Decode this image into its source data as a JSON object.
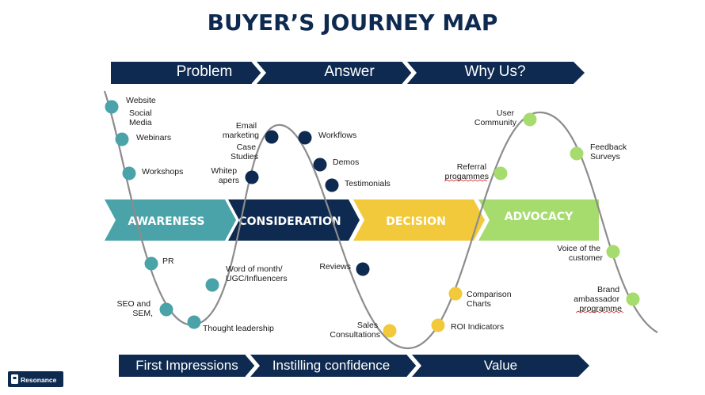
{
  "title": "BUYER’S JOURNEY MAP",
  "top_arrow": [
    "Problem",
    "Answer",
    "Why Us?"
  ],
  "bottom_arrow": [
    "First Impressions",
    "Instilling confidence",
    "Value"
  ],
  "stages": [
    "AWARENESS",
    "CONSIDERATION",
    "DECISION",
    "ADVOCACY"
  ],
  "colors": {
    "navy": "#0e2a50",
    "teal": "#4aa3a8",
    "yellow": "#f2c93b",
    "green": "#a6dc6e",
    "curve": "#8c8c8c"
  },
  "touchpoints": {
    "website": "Website",
    "social_media": [
      "Social",
      "Media"
    ],
    "webinars": "Webinars",
    "workshops": "Workshops",
    "pr": "PR",
    "seo": [
      "SEO and",
      "SEM,"
    ],
    "thought_leadership": "Thought leadership",
    "word_of_mouth": [
      "Word of month/",
      "UGC/Influencers"
    ],
    "whitepapers": [
      "Whitep",
      "apers"
    ],
    "case_studies": [
      "Case",
      "Studies"
    ],
    "email_marketing": [
      "Email",
      "marketing"
    ],
    "workflows": "Workflows",
    "demos": "Demos",
    "testimonials": "Testimonials",
    "reviews": "Reviews",
    "sales_consultations": [
      "Sales",
      "Consultations"
    ],
    "roi_indicators": "ROI Indicators",
    "comparison_charts": [
      "Comparison",
      "Charts"
    ],
    "referral_programmes": [
      "Referral",
      "progammes"
    ],
    "user_community": [
      "User",
      "Community"
    ],
    "feedback_surveys": [
      "Feedback",
      "Surveys"
    ],
    "voice_of_customer": [
      "Voice of the",
      "customer"
    ],
    "brand_ambassador": [
      "Brand",
      "ambassador",
      "programme"
    ]
  },
  "logo": {
    "text": "Resonance"
  }
}
